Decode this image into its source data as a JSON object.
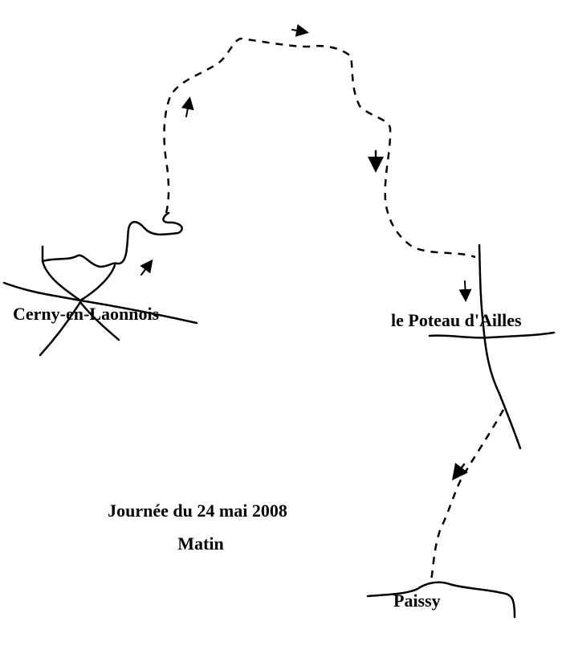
{
  "places": {
    "cerny": "Cerny-en-Laonnois",
    "poteau": "le Poteau d'Ailles",
    "paissy": "Paissy"
  },
  "caption": {
    "title": "Journée du 24 mai 2008",
    "subtitle": "Matin"
  },
  "colors": {
    "ink": "#000000",
    "background": "#ffffff"
  }
}
